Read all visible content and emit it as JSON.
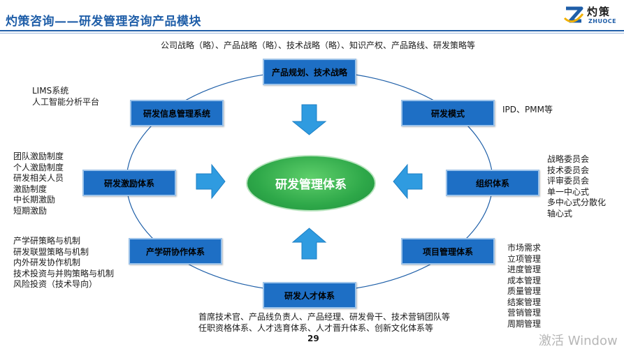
{
  "header": {
    "title": "灼策咨询——研发管理咨询产品模块",
    "logo_cn": "灼策",
    "logo_en": "ZHUOCE"
  },
  "center": {
    "label": "研发管理体系"
  },
  "modules": {
    "top": "产品规划、技术战略",
    "upper_left": "研发信息管理系统",
    "upper_right": "研发模式",
    "left": "研发激励体系",
    "right": "组织体系",
    "lower_left": "产学研协作体系",
    "lower_right": "项目管理体系",
    "bottom": "研发人才体系"
  },
  "notes": {
    "top": "公司战略（略）、产品战略（略）、技术战略（略）、知识产权、产品路线、研发策略等",
    "upper_left": [
      "LIMS系统",
      "人工智能分析平台"
    ],
    "upper_right": "IPD、PMM等",
    "left": [
      "团队激励制度",
      "个人激励制度",
      "研发相关人员",
      "激励制度",
      "中长期激励",
      "短期激励"
    ],
    "right": [
      "战略委员会",
      "技术委员会",
      "评审委员会",
      "单一中心式",
      "多中心式分散化",
      "轴心式"
    ],
    "lower_left": [
      "产学研策略与机制",
      "研发联盟策略与机制",
      "内外研发协作机制",
      "技术投资与并购策略与机制",
      "风险投资（技术导向）"
    ],
    "lower_right": [
      "市场需求",
      "立项管理",
      "进度管理",
      "成本管理",
      "质量管理",
      "结案管理",
      "营销管理",
      "周期管理"
    ],
    "bottom": [
      "首席技术官、产品线负责人、产品经理、研发骨干、技术营销团队等",
      "任职资格体系、人才选育体系、人才晋升体系、创新文化体系等"
    ]
  },
  "footer": {
    "page_number": "29",
    "watermark": "激活 Window"
  },
  "colors": {
    "module_fill": "#1e6fc5",
    "core_fill": "#2ea849",
    "arrow_fill": "#2f9be0",
    "title_color": "#1f5ea8"
  }
}
